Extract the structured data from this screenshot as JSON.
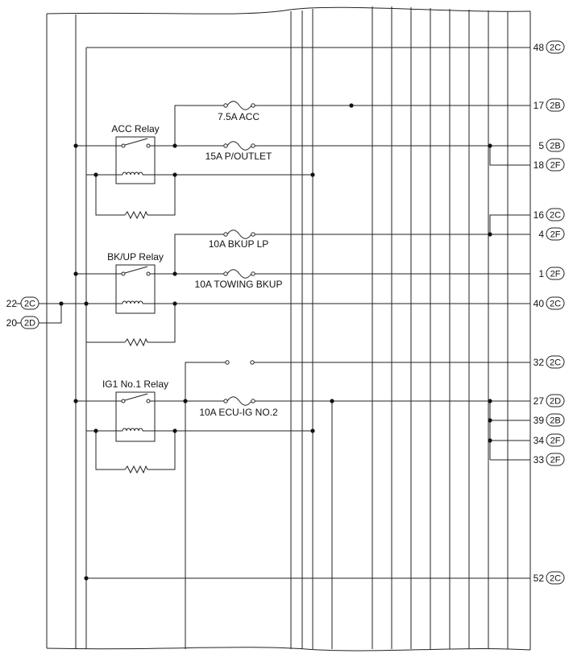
{
  "relays": [
    {
      "name": "acc-relay",
      "label": "ACC Relay"
    },
    {
      "name": "bkup-relay",
      "label": "BK/UP Relay"
    },
    {
      "name": "ig1-relay",
      "label": "IG1 No.1 Relay"
    }
  ],
  "fuses": [
    {
      "name": "fuse-acc",
      "label": "7.5A ACC"
    },
    {
      "name": "fuse-p-outlet",
      "label": "15A P/OUTLET"
    },
    {
      "name": "fuse-bkup-lp",
      "label": "10A BKUP LP"
    },
    {
      "name": "fuse-towing-bkup",
      "label": "10A TOWING BKUP"
    },
    {
      "name": "fuse-ecu-ig-no2",
      "label": "10A ECU-IG NO.2"
    }
  ],
  "left_connectors": [
    {
      "pin": "22",
      "code": "2C"
    },
    {
      "pin": "20",
      "code": "2D"
    }
  ],
  "right_connectors": [
    {
      "pin": "48",
      "code": "2C"
    },
    {
      "pin": "17",
      "code": "2B"
    },
    {
      "pin": "5",
      "code": "2B"
    },
    {
      "pin": "18",
      "code": "2F"
    },
    {
      "pin": "16",
      "code": "2C"
    },
    {
      "pin": "4",
      "code": "2F"
    },
    {
      "pin": "1",
      "code": "2F"
    },
    {
      "pin": "40",
      "code": "2C"
    },
    {
      "pin": "32",
      "code": "2C"
    },
    {
      "pin": "27",
      "code": "2D"
    },
    {
      "pin": "39",
      "code": "2B"
    },
    {
      "pin": "34",
      "code": "2F"
    },
    {
      "pin": "33",
      "code": "2F"
    },
    {
      "pin": "52",
      "code": "2C"
    }
  ]
}
